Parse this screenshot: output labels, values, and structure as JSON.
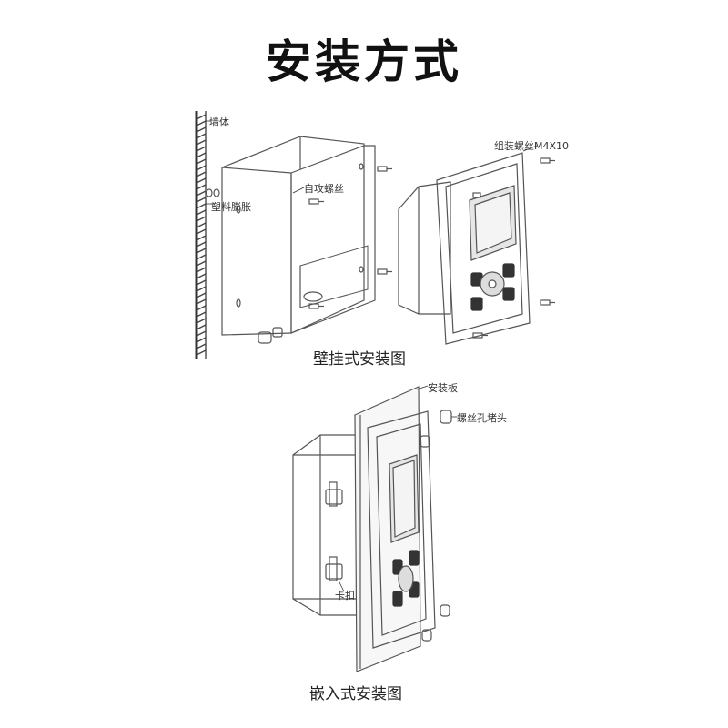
{
  "title": "安装方式",
  "wall_mount": {
    "caption": "壁挂式安装图",
    "labels": {
      "wall": "墙体",
      "self_tapping_screw": "自攻螺丝",
      "plastic_anchor": "塑料膨胀",
      "assembly_screw": "组装螺丝M4X10"
    }
  },
  "embedded_mount": {
    "caption": "嵌入式安装图",
    "labels": {
      "mounting_plate": "安装板",
      "screw_hole_plug": "螺丝孔堵头",
      "clip": "卡扣"
    }
  },
  "colors": {
    "line": "#555555",
    "screen": "#e6e6e6",
    "text": "#222222"
  }
}
